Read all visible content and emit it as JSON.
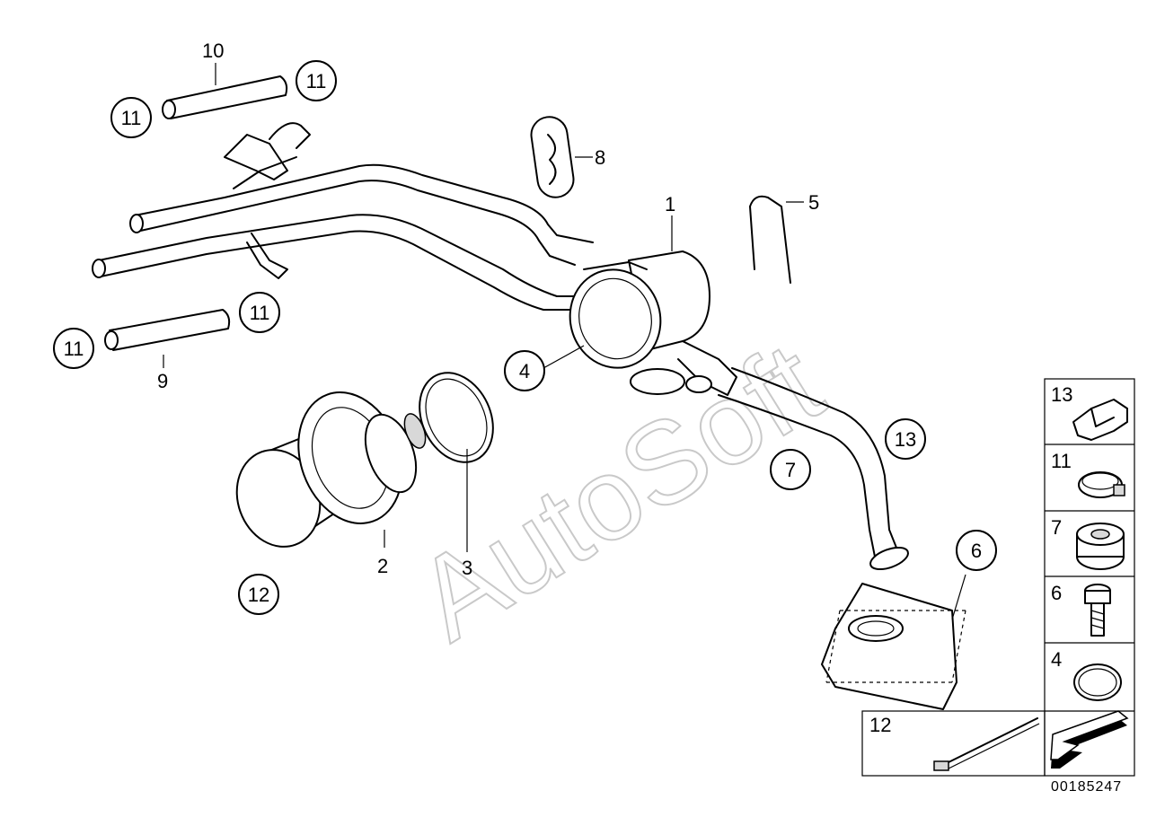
{
  "callouts": {
    "c1": "1",
    "c2": "2",
    "c3": "3",
    "c4": "4",
    "c5": "5",
    "c6": "6",
    "c7": "7",
    "c8": "8",
    "c9": "9",
    "c10": "10",
    "c11a": "11",
    "c11b": "11",
    "c11c": "11",
    "c11d": "11",
    "c12": "12",
    "c13": "13"
  },
  "legend": {
    "k13": "13",
    "k11": "11",
    "k7": "7",
    "k6": "6",
    "k4": "4",
    "k12": "12"
  },
  "watermark": "AutoSoft",
  "doc_number": "00185247"
}
